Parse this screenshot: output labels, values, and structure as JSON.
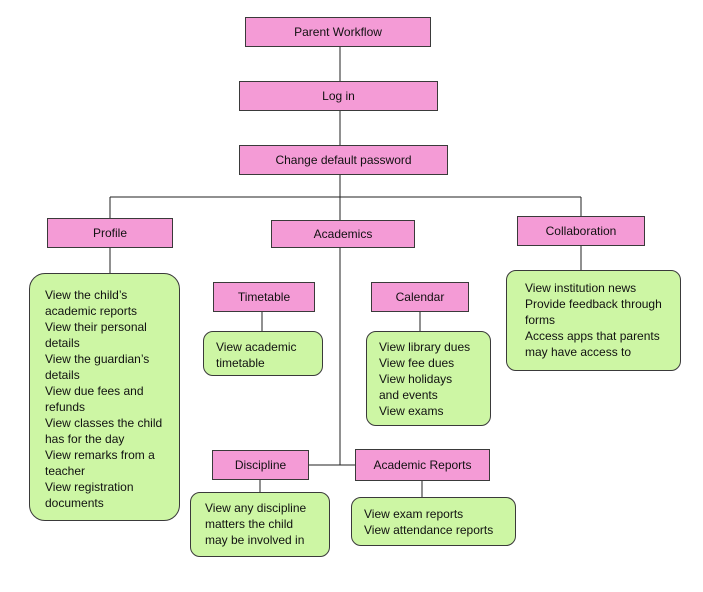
{
  "diagram": {
    "nodes": {
      "parent_workflow": "Parent Workflow",
      "log_in": "Log in",
      "change_password": "Change default password",
      "profile": "Profile",
      "academics": "Academics",
      "collaboration": "Collaboration",
      "timetable": "Timetable",
      "calendar": "Calendar",
      "discipline": "Discipline",
      "academic_reports": "Academic Reports"
    },
    "details": {
      "profile": [
        "View the child’s",
        "academic reports",
        "View their personal",
        "details",
        "View the guardian’s",
        "details",
        "View due fees and",
        "refunds",
        "View classes the child",
        "has for the day",
        "View remarks from a",
        "teacher",
        "View registration",
        "documents"
      ],
      "collaboration": [
        "View institution news",
        "Provide feedback through",
        "forms",
        "Access apps that parents",
        "may have access to"
      ],
      "timetable": [
        "View academic",
        "timetable"
      ],
      "calendar": [
        "View library dues",
        "View fee dues",
        "View holidays",
        "and events",
        "View exams"
      ],
      "discipline": [
        "View any discipline",
        "matters the child",
        "may be involved in"
      ],
      "academic_reports": [
        "View exam reports",
        "View attendance reports"
      ]
    },
    "colors": {
      "node_fill": "#f49bd6",
      "detail_fill": "#cdf6a4",
      "stroke": "#3a3a3a"
    }
  }
}
